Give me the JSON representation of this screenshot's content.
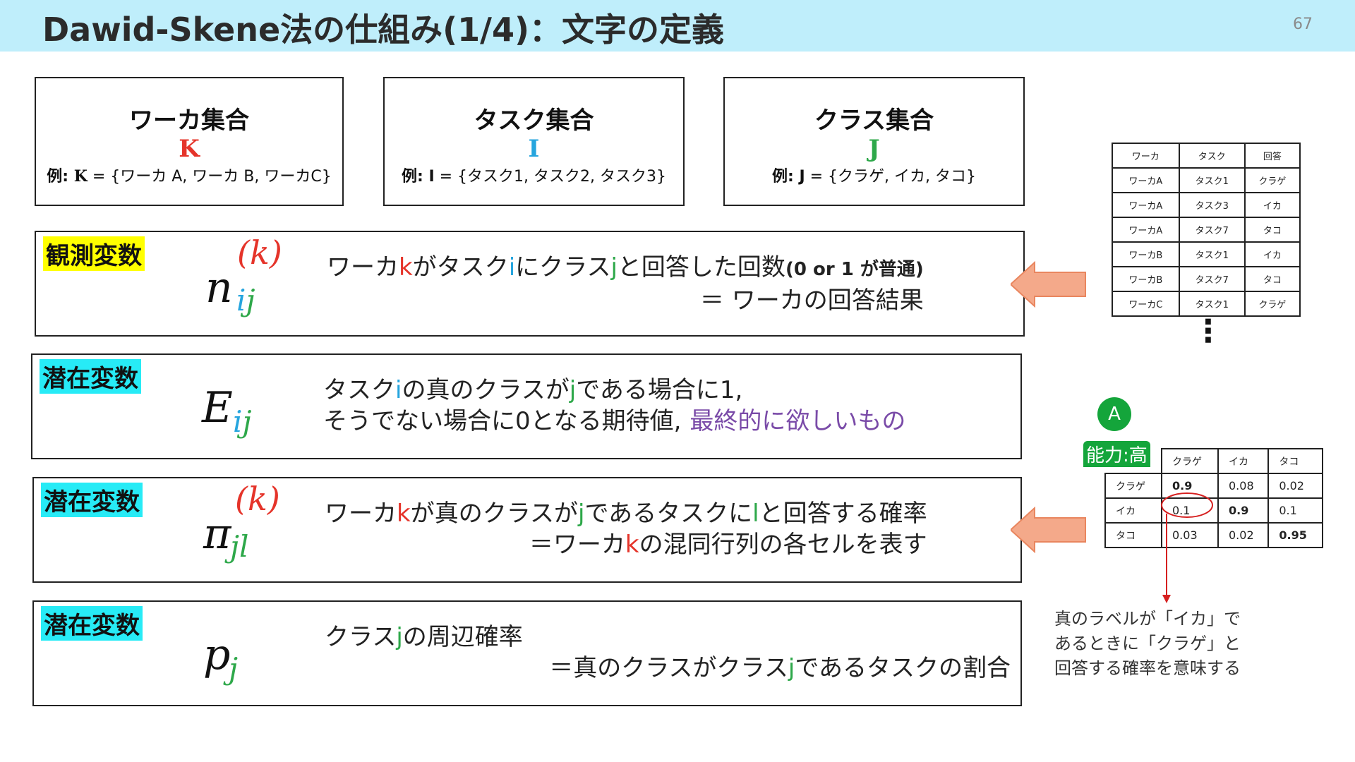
{
  "header": {
    "title": "Dawid-Skene法の仕組み(1/4)：文字の定義",
    "page_number": "67"
  },
  "sets": [
    {
      "title": "ワーカ集合",
      "symbol": "K",
      "example_prefix": "例: ",
      "example_sym": "K",
      "example_body": " = {ワーカ",
      "items": [
        "A",
        "B",
        "C"
      ],
      "example_text": "= {ワーカ A, ワーカ B, ワーカC}",
      "color": "#e5342a"
    },
    {
      "title": "タスク集合",
      "symbol": "I",
      "example_prefix": "例: ",
      "example_sym": "I",
      "example_text": "= {タスク1, タスク2, タスク3}",
      "color": "#26a5de"
    },
    {
      "title": "クラス集合",
      "symbol": "J",
      "example_prefix": "例: ",
      "example_sym": "J",
      "example_text": "= {クラゲ, イカ, タコ}",
      "color": "#2ea84a"
    }
  ],
  "rows": [
    {
      "tag": "観測変数",
      "tag_color": "#ffff00",
      "symbol": {
        "base": "n",
        "sup": "(k)",
        "sub": "ij"
      },
      "line1": [
        "ワーカ",
        "k",
        "がタスク",
        "i",
        "にクラス",
        "j",
        "と回答した回数",
        "(0 or 1 が普通)"
      ],
      "line2": "＝ ワーカの回答結果"
    },
    {
      "tag": "潜在変数",
      "tag_color": "#27ebf6",
      "symbol": {
        "base": "E",
        "sup": "",
        "sub": "ij"
      },
      "line1": [
        "タスク",
        "i",
        "の真のクラスが",
        "j",
        "である場合に1,"
      ],
      "line2_plain": "そうでない場合に0となる期待値,",
      "line2_purple": "最終的に欲しいもの"
    },
    {
      "tag": "潜在変数",
      "tag_color": "#27ebf6",
      "symbol": {
        "base": "π",
        "sup": "(k)",
        "sub": "jl"
      },
      "line1": [
        "ワーカ",
        "k",
        "が真のクラスが",
        "j",
        "であるタスクに",
        "l",
        "と回答する確率"
      ],
      "line2": [
        "＝ワーカ",
        "k",
        "の混同行列の各セルを表す"
      ]
    },
    {
      "tag": "潜在変数",
      "tag_color": "#27ebf6",
      "symbol": {
        "base": "p",
        "sup": "",
        "sub": "j"
      },
      "line1": [
        "クラス",
        "j",
        "の周辺確率"
      ],
      "line2": [
        "＝真のクラスがクラス",
        "j",
        "であるタスクの割合"
      ]
    }
  ],
  "answers_table": {
    "headers": [
      "ワーカ",
      "タスク",
      "回答"
    ],
    "rows": [
      [
        "ワーカA",
        "タスク1",
        "クラゲ"
      ],
      [
        "ワーカA",
        "タスク3",
        "イカ"
      ],
      [
        "ワーカA",
        "タスク7",
        "タコ"
      ],
      [
        "ワーカB",
        "タスク1",
        "イカ"
      ],
      [
        "ワーカB",
        "タスク7",
        "タコ"
      ],
      [
        "ワーカC",
        "タスク1",
        "クラゲ"
      ]
    ],
    "ellipsis": "⋮"
  },
  "worker_badge": {
    "letter": "A",
    "label": "能力:高"
  },
  "confusion_table": {
    "headers": [
      "",
      "クラゲ",
      "イカ",
      "タコ"
    ],
    "rows": [
      [
        "クラゲ",
        "0.9",
        "0.08",
        "0.02"
      ],
      [
        "イカ",
        "0.1",
        "0.9",
        "0.1"
      ],
      [
        "タコ",
        "0.03",
        "0.02",
        "0.95"
      ]
    ]
  },
  "note": [
    "真のラベルが「イカ」で",
    "あるときに「クラゲ」と",
    "回答する確率を意味する"
  ],
  "colors": {
    "header_bg": "#bfeefb",
    "worker": "#e5342a",
    "task": "#26a5de",
    "class": "#2ea84a",
    "arrow": "#f4a98a",
    "highlight_purple": "#7a4ba8"
  }
}
